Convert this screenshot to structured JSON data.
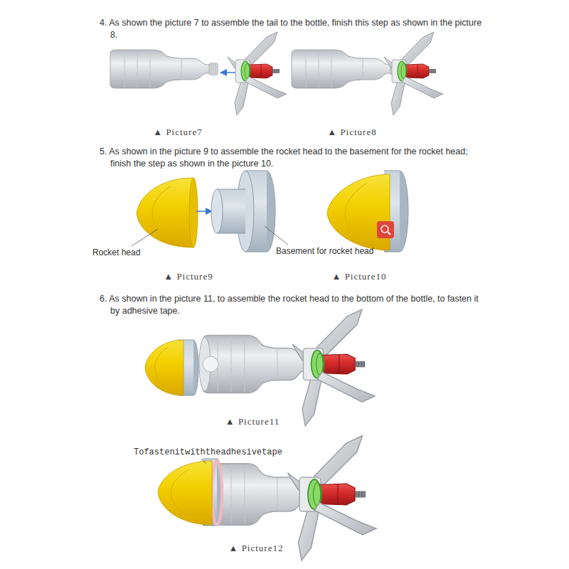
{
  "diagram": {
    "labels": [
      "4. As shown the picture 7 to assemble the tail to the bottle, finish this step as shown in the picture 8.",
      "▲ Picture7",
      "▲ Picture8",
      "5. As shown in the picture 9 to assemble the rocket head to the basement for the rocket head; finish the step as shown in the picture 10.",
      "Rocket head",
      "Basement for rocket head",
      "▲ Picture9",
      "▲ Picture10",
      "6. As shown in the picture 11, to assemble the rocket head to the bottom of the bottle, to fasten it by adhesive tape.",
      "▲ Picture11",
      "Tofastenitwiththeadhesivetape",
      "▲ Picture12"
    ]
  }
}
